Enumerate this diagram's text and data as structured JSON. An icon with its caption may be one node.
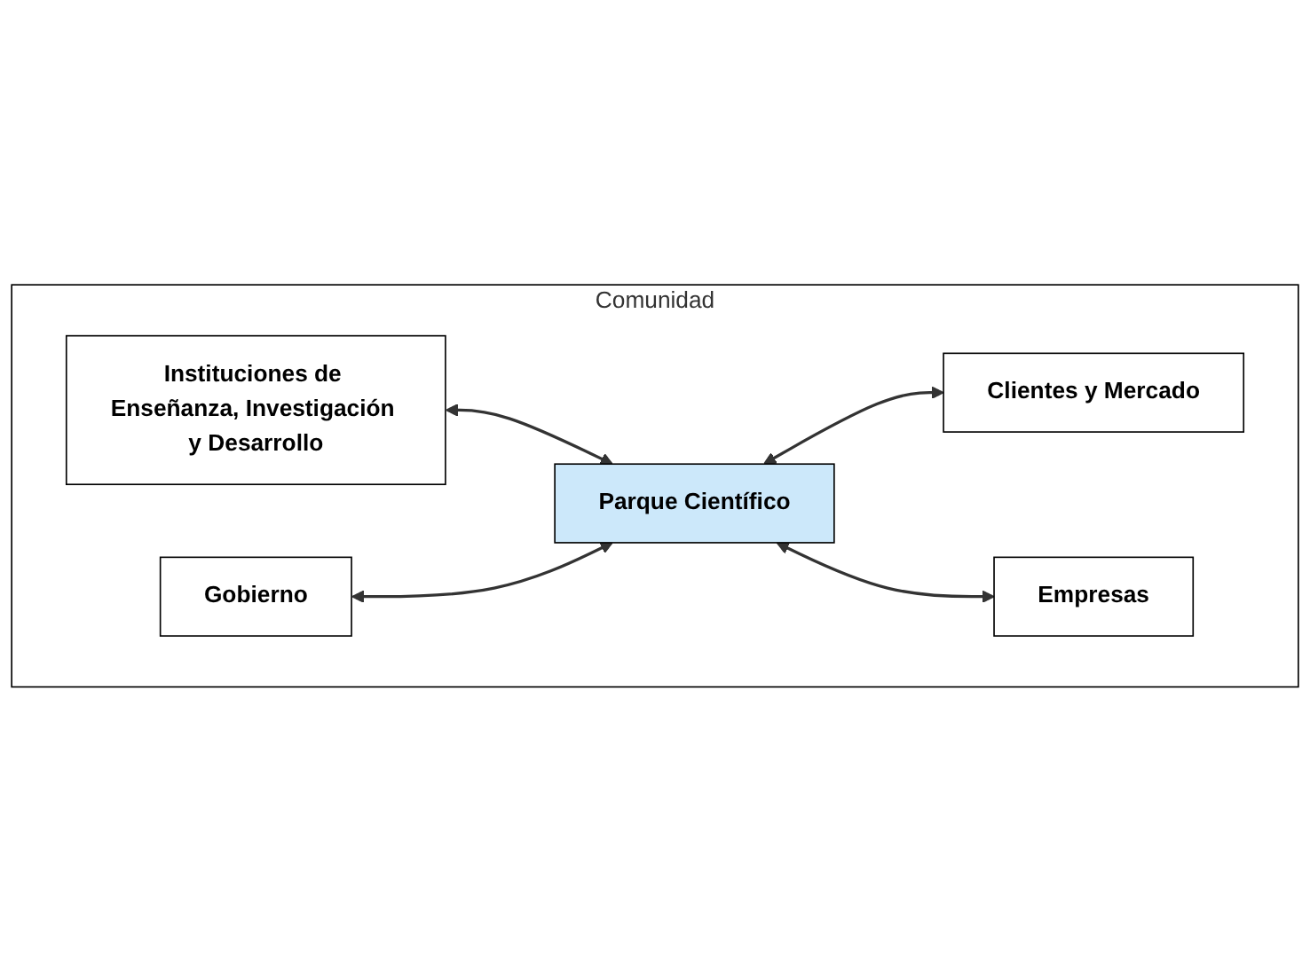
{
  "diagram": {
    "nodes": [
      {
        "text": [
          "Comunidad"
        ]
      },
      {
        "text": [
          "Instituciones de Enseñanza, Investigación y Desarrollo"
        ],
        "in": 0
      },
      {
        "text": [
          "Gobierno"
        ],
        "in": 0
      },
      {
        "text": [
          "Parque Científico"
        ],
        "in": 0
      },
      {
        "text": [
          "Clientes y Mercado"
        ],
        "in": 0
      },
      {
        "text": [
          "Empresas"
        ],
        "in": 0
      }
    ],
    "edges": [
      {
        "from": 1,
        "to": 3,
        "arrow": "both"
      },
      {
        "from": 2,
        "to": 3,
        "arrow": "both"
      },
      {
        "from": 3,
        "to": 4,
        "arrow": "both"
      },
      {
        "from": 3,
        "to": 5,
        "arrow": "both"
      }
    ]
  }
}
